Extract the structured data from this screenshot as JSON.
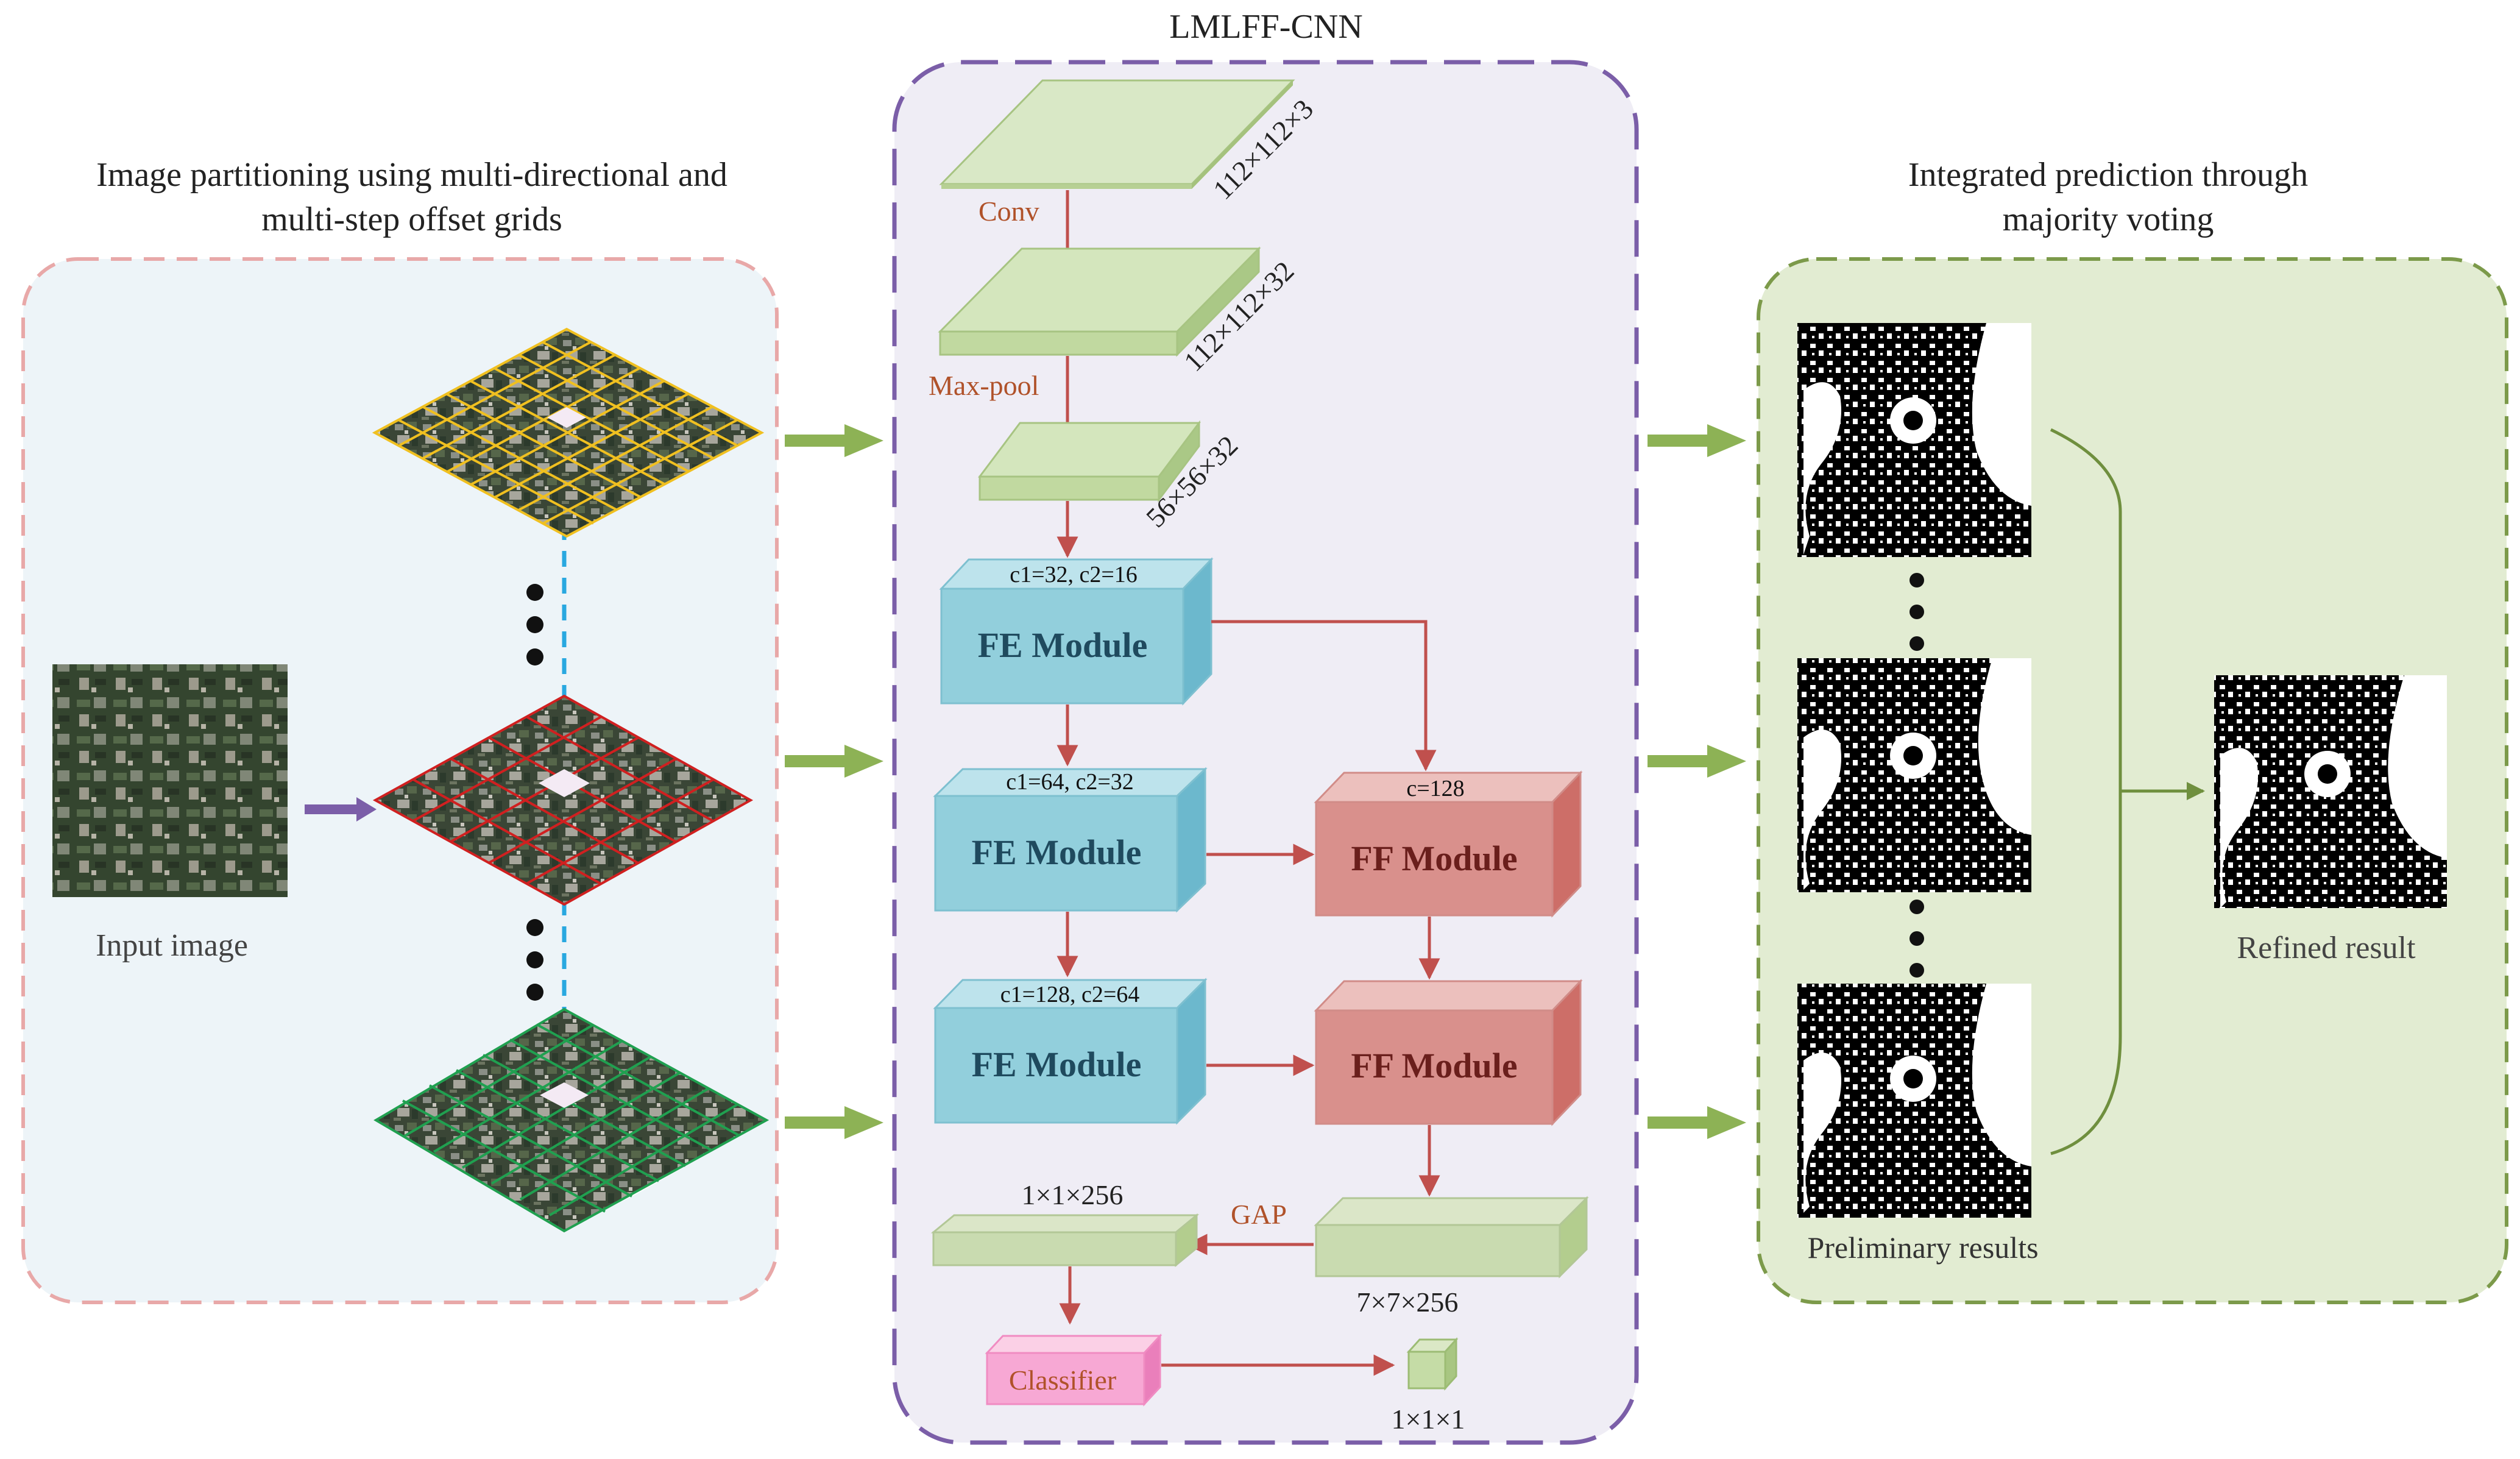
{
  "left_panel": {
    "title_line1": "Image partitioning using multi-directional and",
    "title_line2": "multi-step offset grids",
    "input_label": "Input image"
  },
  "center_panel": {
    "title": "LMLFF-CNN",
    "conv_label": "Conv",
    "maxpool_label": "Max-pool",
    "gap_label": "GAP",
    "dims": {
      "d1": "112×112×3",
      "d2": "112×112×32",
      "d3": "56×56×32",
      "d4": "7×7×256",
      "d5": "1×1×256",
      "d6": "1×1×1"
    },
    "fe1": {
      "params": "c1=32, c2=16",
      "label": "FE Module"
    },
    "fe2": {
      "params": "c1=64, c2=32",
      "label": "FE Module"
    },
    "fe3": {
      "params": "c1=128, c2=64",
      "label": "FE Module"
    },
    "ff1": {
      "params": "c=128",
      "label": "FF Module"
    },
    "ff2": {
      "label": "FF Module"
    },
    "classifier_label": "Classifier"
  },
  "right_panel": {
    "title_line1": "Integrated prediction through",
    "title_line2": "majority voting",
    "preliminary_label": "Preliminary results",
    "refined_label": "Refined result"
  },
  "colors": {
    "left_bg": "#edf4f8",
    "left_border": "#e8a8a8",
    "center_bg": "#efedf5",
    "center_border": "#7b5ea8",
    "right_bg": "#e2ecd2",
    "right_border": "#7c9a4a",
    "flow_arrow": "#8db255",
    "net_arrow": "#c0504d",
    "fe_front": "#92cfdc",
    "ff_front": "#d9908c",
    "green_block": "#cfe0b2",
    "classifier": "#f7a8d4",
    "grid_yellow": "#f0c020",
    "grid_red": "#d02020",
    "grid_green": "#20a050",
    "dash_blue": "#29a8e0",
    "input_arrow": "#7b5ea8",
    "accent_text": "#b0522a"
  }
}
